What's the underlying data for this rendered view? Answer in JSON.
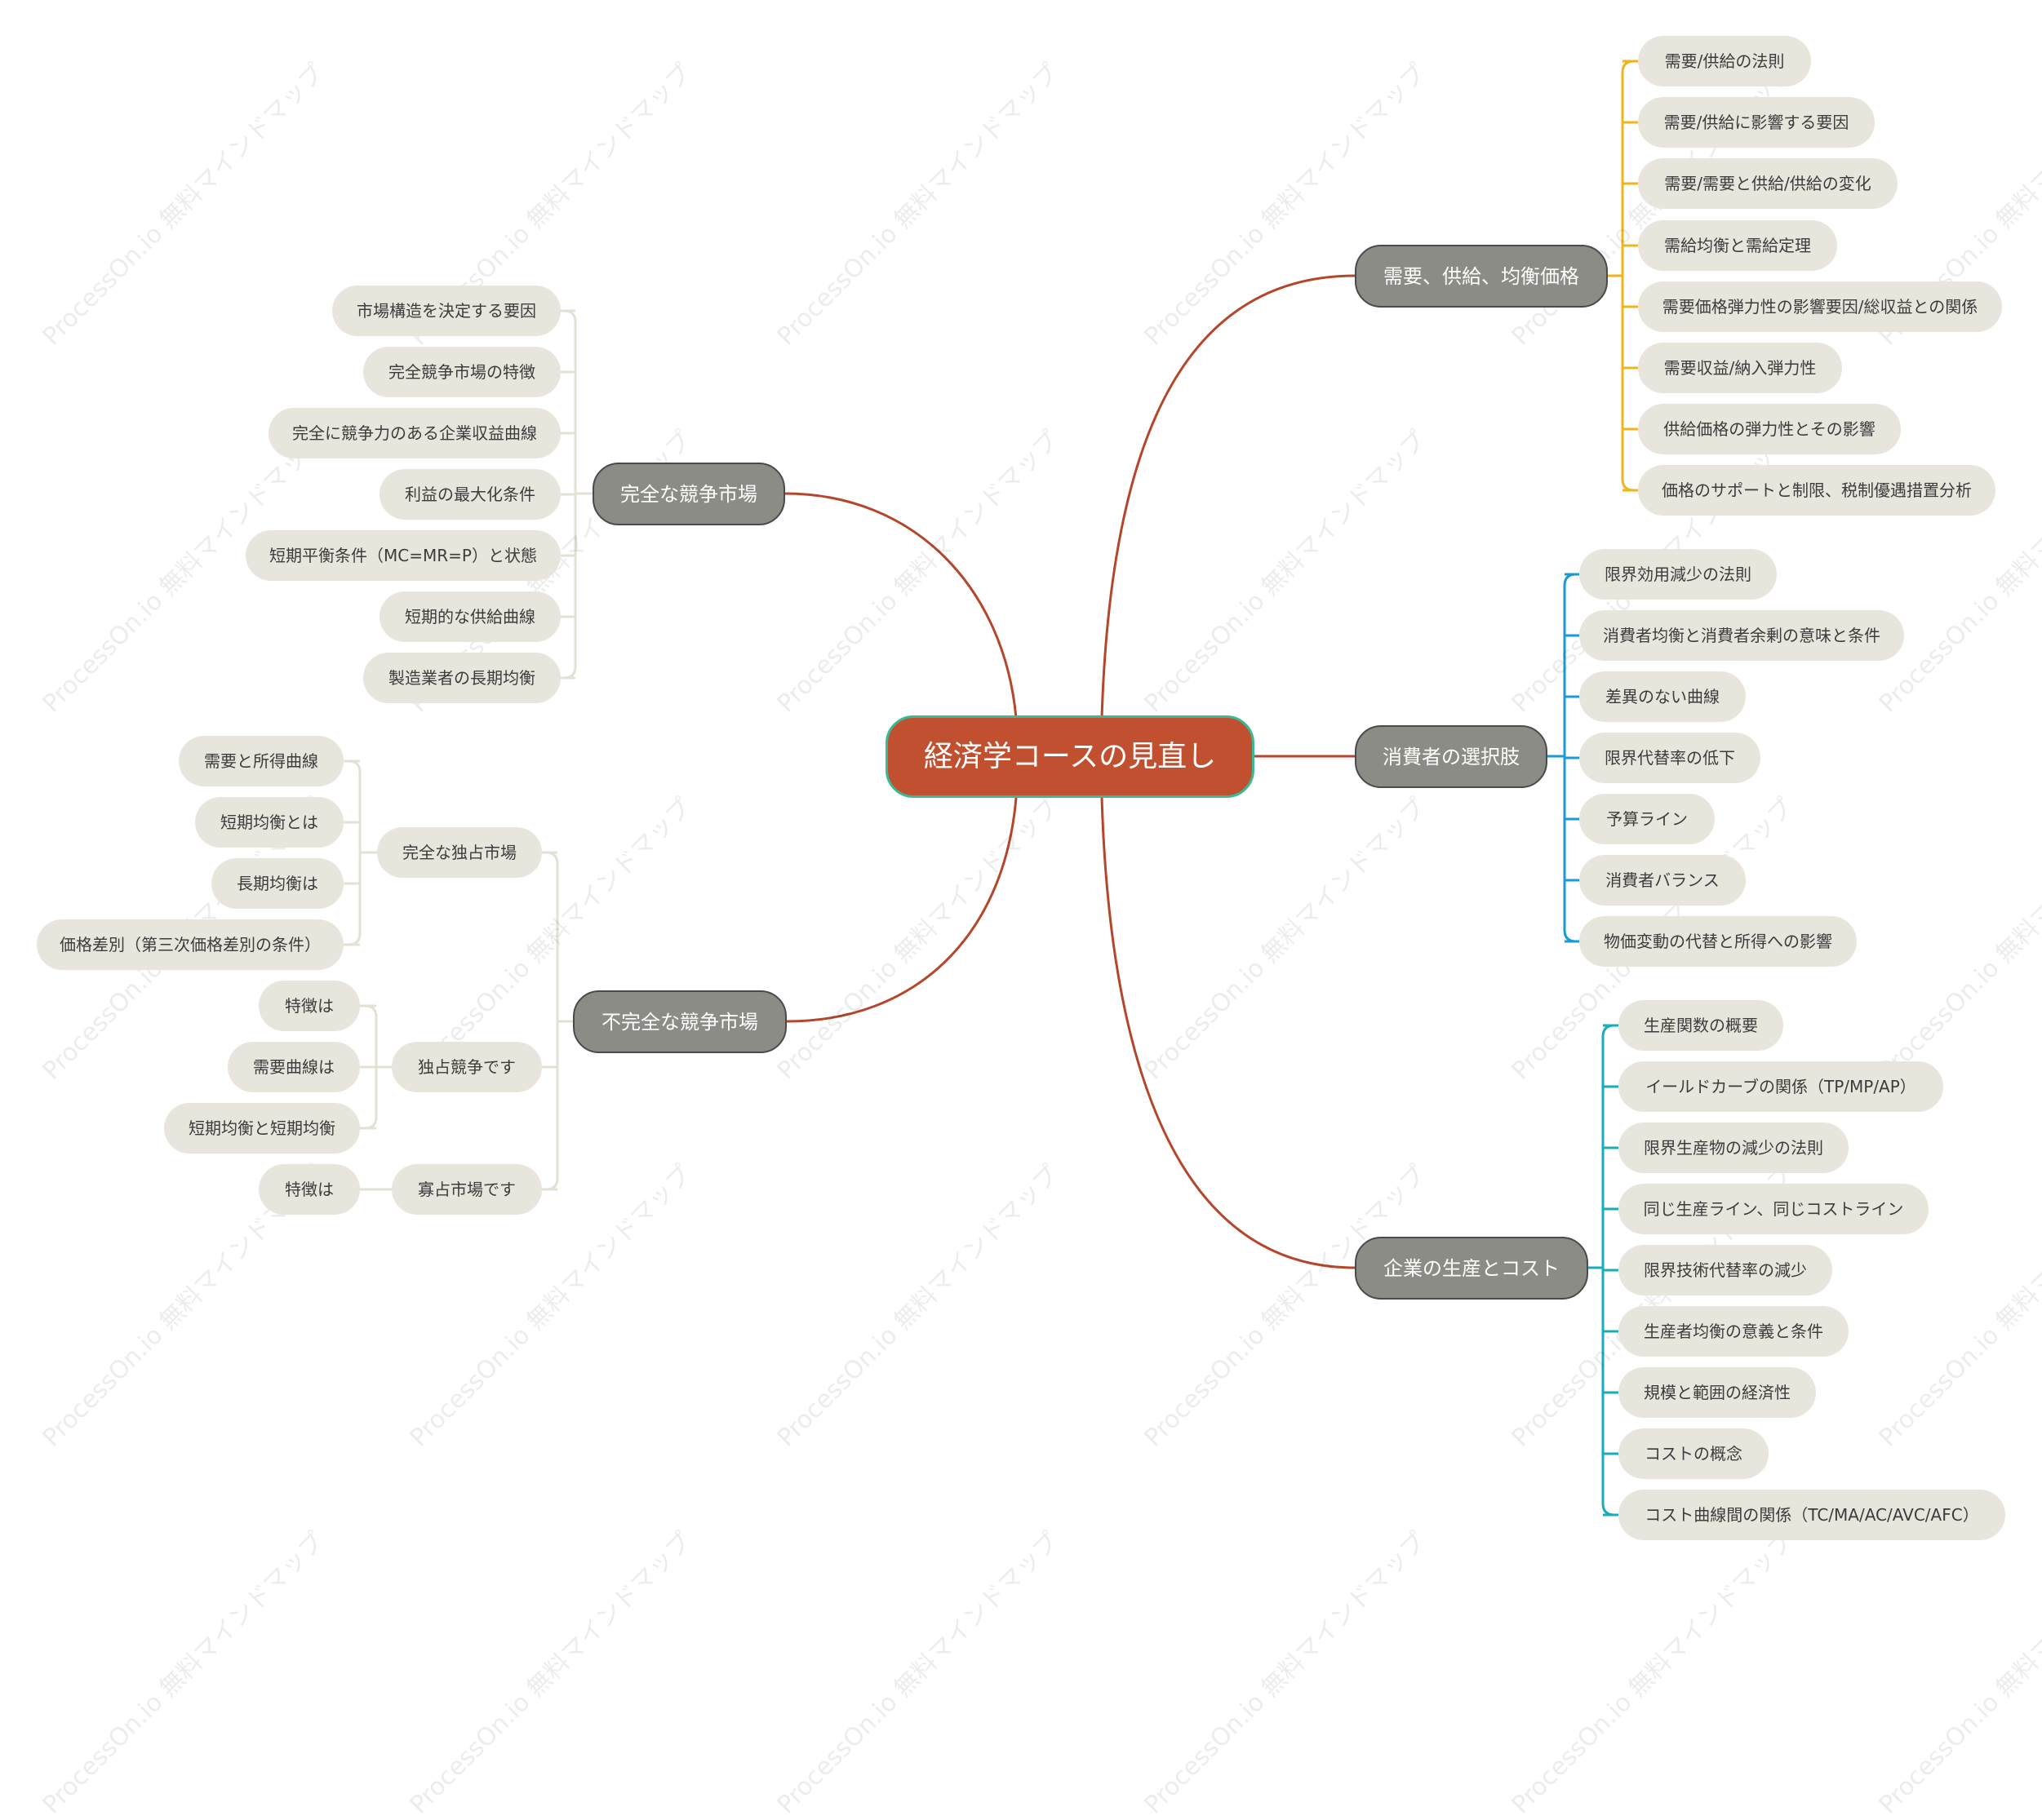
{
  "title": "経済学コースの見直し",
  "watermark": "ProcessOn.io 無料マインドマップ",
  "colors": {
    "root_fill": "#c0502f",
    "root_border": "#3cb894",
    "topic_fill": "#8c8c86",
    "sub_fill": "#e8e5dc",
    "main_connector": "#b5462c",
    "supply_demand_bracket": "#f0b51e",
    "consumer_bracket": "#1a9ad6",
    "production_bracket": "#17aeb8",
    "left_bracket": "#e3e0d4"
  },
  "branches": {
    "supply_demand": {
      "label": "需要、供給、均衡価格",
      "items": [
        "需要/供給の法則",
        "需要/供給に影響する要因",
        "需要/需要と供給/供給の変化",
        "需給均衡と需給定理",
        "需要価格弾力性の影響要因/総収益との関係",
        "需要収益/納入弾力性",
        "供給価格の弾力性とその影響",
        "価格のサポートと制限、税制優遇措置分析"
      ]
    },
    "consumer": {
      "label": "消費者の選択肢",
      "items": [
        "限界効用減少の法則",
        "消費者均衡と消費者余剰の意味と条件",
        "差異のない曲線",
        "限界代替率の低下",
        "予算ライン",
        "消費者バランス",
        "物価変動の代替と所得への影響"
      ]
    },
    "production": {
      "label": "企業の生産とコスト",
      "items": [
        "生産関数の概要",
        "イールドカーブの関係（TP/MP/AP）",
        "限界生産物の減少の法則",
        "同じ生産ライン、同じコストライン",
        "限界技術代替率の減少",
        "生産者均衡の意義と条件",
        "規模と範囲の経済性",
        "コストの概念",
        "コスト曲線間の関係（TC/MA/AC/AVC/AFC）"
      ]
    },
    "perfect_competition": {
      "label": "完全な競争市場",
      "items": [
        "市場構造を決定する要因",
        "完全競争市場の特徴",
        "完全に競争力のある企業収益曲線",
        "利益の最大化条件",
        "短期平衡条件（MC=MR=P）と状態",
        "短期的な供給曲線",
        "製造業者の長期均衡"
      ]
    },
    "imperfect_competition": {
      "label": "不完全な競争市場",
      "groups": [
        {
          "label": "完全な独占市場",
          "items": [
            "需要と所得曲線",
            "短期均衡とは",
            "長期均衡は",
            "価格差別（第三次価格差別の条件）"
          ]
        },
        {
          "label": "独占競争です",
          "items": [
            "特徴は",
            "需要曲線は",
            "短期均衡と短期均衡"
          ]
        },
        {
          "label": "寡占市場です",
          "items": [
            "特徴は"
          ]
        }
      ]
    }
  }
}
